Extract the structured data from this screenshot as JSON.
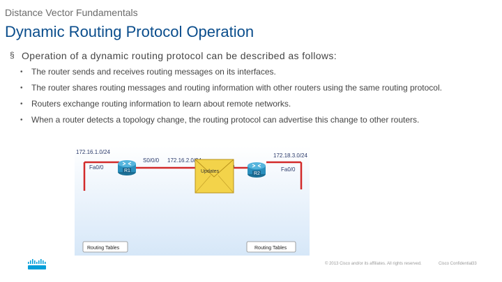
{
  "header": {
    "kicker": "Distance Vector Fundamentals",
    "title": "Dynamic Routing Protocol Operation"
  },
  "content": {
    "lead_marker": "§",
    "lead": "Operation of a dynamic routing protocol can be described as follows:",
    "bullet_marker": "•",
    "bullets": [
      "The router sends and receives routing messages on its interfaces.",
      "The router shares routing messages and routing information with other routers using the same routing protocol.",
      "Routers exchange routing information to learn about remote networks.",
      "When a router detects a topology change, the routing protocol can advertise this change to other routers."
    ]
  },
  "diagram": {
    "net_left": "172.16.1.0/24",
    "net_middle": "172.16.2.0/24",
    "net_right": "172.18.3.0/24",
    "if_left": "Fa0/0",
    "if_right": "Fa0/0",
    "if_serial": "S0/0/0",
    "if_serial_fragment": "0",
    "router_left": "R1",
    "router_right": "R2",
    "updates_label": "Updates",
    "table_left": "Routing Tables",
    "table_right": "Routing Tables",
    "colors": {
      "background": "#e7f1fb",
      "link": "#d22a2a",
      "router": "#1e7fa8",
      "envelope": "#f3d34a"
    }
  },
  "footer": {
    "logo": "cisco-logo",
    "copyright": "© 2013 Cisco and/or its affiliates. All rights reserved.",
    "classification": "Cisco Confidential",
    "page": "33"
  }
}
